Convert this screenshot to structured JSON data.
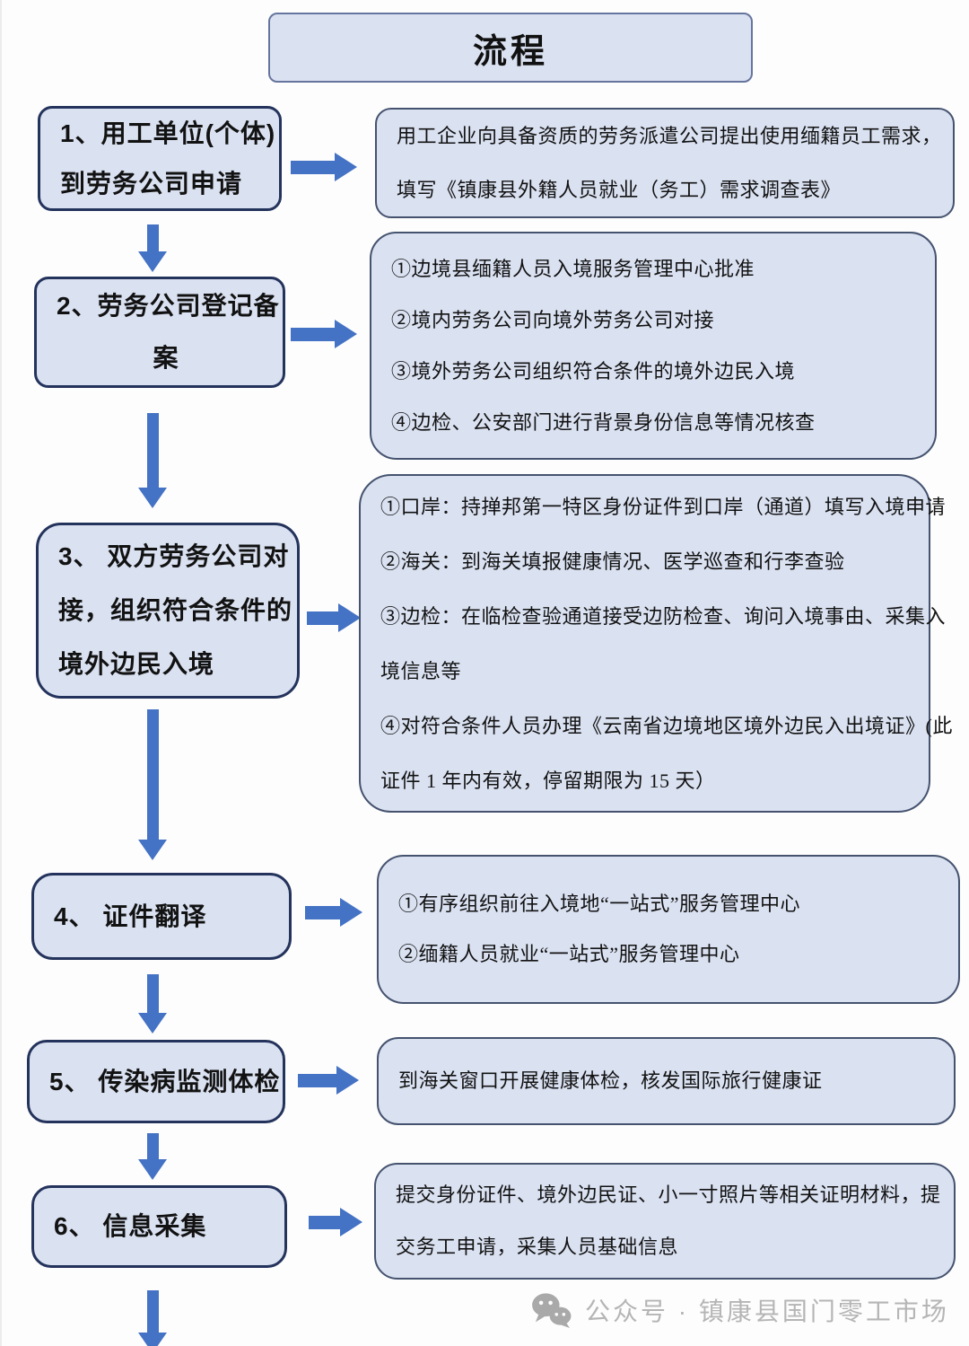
{
  "title": "流程",
  "flow": {
    "steps": [
      {
        "label": [
          "1、用工单位(个体)",
          "到劳务公司申请"
        ],
        "detail": [
          "用工企业向具备资质的劳务派遣公司提出使用缅籍员工需求，",
          "填写《镇康县外籍人员就业（务工）需求调查表》"
        ]
      },
      {
        "label": [
          "2、劳务公司登记备",
          "案"
        ],
        "detail": [
          "①边境县缅籍人员入境服务管理中心批准",
          "②境内劳务公司向境外劳务公司对接",
          "③境外劳务公司组织符合条件的境外边民入境",
          "④边检、公安部门进行背景身份信息等情况核查"
        ]
      },
      {
        "label": [
          "3、 双方劳务公司对",
          "接，组织符合条件的",
          "境外边民入境"
        ],
        "detail": [
          "①口岸：持掸邦第一特区身份证件到口岸（通道）填写入境申请",
          "②海关：到海关填报健康情况、医学巡查和行李查验",
          "③边检：在临检查验通道接受边防检查、询问入境事由、采集入",
          "境信息等",
          "④对符合条件人员办理《云南省边境地区境外边民入出境证》(此",
          "证件 1 年内有效，停留期限为 15 天）"
        ]
      },
      {
        "label": [
          "4、 证件翻译"
        ],
        "detail": [
          "①有序组织前往入境地“一站式”服务管理中心",
          "②缅籍人员就业“一站式”服务管理中心"
        ]
      },
      {
        "label": [
          "5、 传染病监测体检"
        ],
        "detail": [
          "到海关窗口开展健康体检，核发国际旅行健康证"
        ]
      },
      {
        "label": [
          "6、 信息采集"
        ],
        "detail": [
          "提交身份证件、境外边民证、小一寸照片等相关证明材料，提",
          "交务工申请，采集人员基础信息"
        ]
      }
    ]
  },
  "watermark": {
    "icon": "wechat-icon",
    "text": "公众号 · 镇康县国门零工市场"
  },
  "colors": {
    "box_fill": "#dae1f1",
    "step_border": "#24335c",
    "detail_border": "#45536f",
    "title_border": "#66759e",
    "arrow": "#4472c4",
    "watermark_text": "#b5b5b5"
  }
}
